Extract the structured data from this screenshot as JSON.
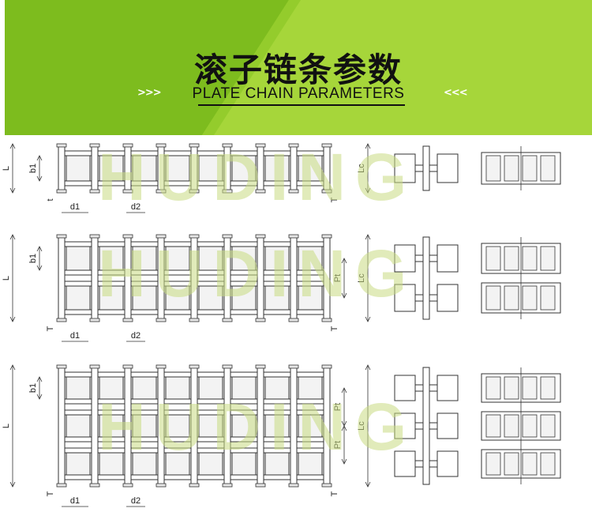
{
  "header": {
    "title_cn": "滚子链条参数",
    "title_en": "PLATE CHAIN PARAMETERS",
    "chevron_left": ">>>",
    "chevron_right": "<<<",
    "colors": {
      "dark_green": "#7dbc1e",
      "light_green": "#a6d63a"
    }
  },
  "watermark": {
    "text": "HUDING",
    "color": "#c9dc82"
  },
  "diagrams": [
    {
      "id": "simplex",
      "strands": 1,
      "labels": [
        "L",
        "b1",
        "t",
        "d1",
        "d2",
        "Lc",
        "T"
      ]
    },
    {
      "id": "duplex",
      "strands": 2,
      "labels": [
        "L",
        "b1",
        "T",
        "d1",
        "d2",
        "Pt",
        "Lc",
        "T"
      ]
    },
    {
      "id": "triplex",
      "strands": 3,
      "labels": [
        "L",
        "b1",
        "T",
        "d1",
        "d2",
        "Pt",
        "Pt",
        "Lc",
        "T"
      ]
    }
  ]
}
